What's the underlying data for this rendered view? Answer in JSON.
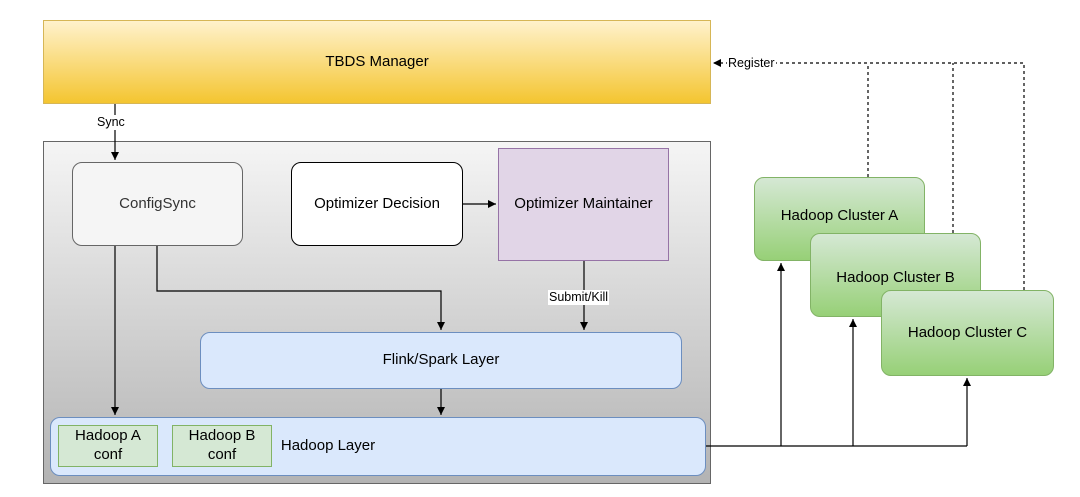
{
  "nodes": {
    "tbds_manager": "TBDS Manager",
    "configsync": "ConfigSync",
    "optimizer_decision": "Optimizer Decision",
    "optimizer_maintainer": "Optimizer Maintainer",
    "flink_spark_layer": "Flink/Spark Layer",
    "hadoop_layer": "Hadoop Layer",
    "hadoop_a_conf": "Hadoop A\nconf",
    "hadoop_b_conf": "Hadoop B\nconf",
    "cluster_a": "Hadoop Cluster A",
    "cluster_b": "Hadoop Cluster B",
    "cluster_c": "Hadoop Cluster C"
  },
  "edge_labels": {
    "sync": "Sync",
    "register": "Register",
    "submit_kill": "Submit/Kill"
  },
  "colors": {
    "manager_fill_top": "#fff2cc",
    "manager_fill_bottom": "#f4c530",
    "manager_stroke": "#d6b656",
    "platform_fill_top": "#f5f5f5",
    "platform_fill_bottom": "#b3b3b3",
    "platform_stroke": "#666666",
    "layer_fill": "#dae8fc",
    "layer_stroke": "#6c8ebf",
    "conf_fill": "#d5e8d4",
    "conf_stroke": "#82b366",
    "maintainer_fill": "#e1d5e7",
    "maintainer_stroke": "#9673a6",
    "cluster_fill_top": "#d5e8d4",
    "cluster_fill_bottom": "#97d077"
  }
}
